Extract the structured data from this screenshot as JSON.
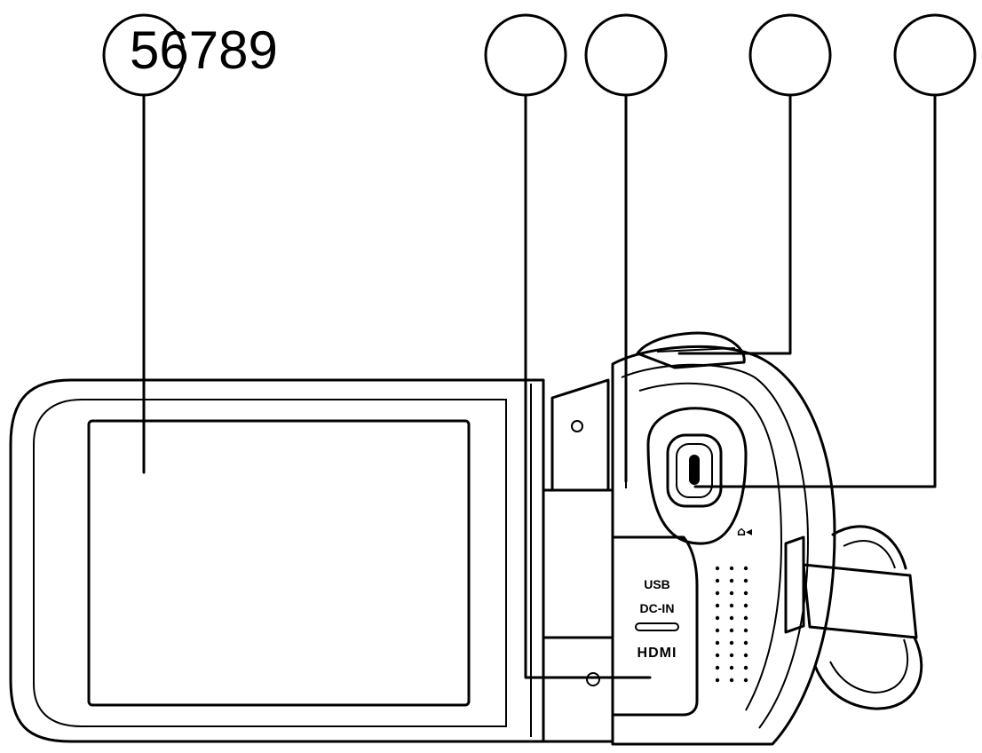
{
  "callout_label": "56789",
  "port_labels": {
    "usb": "USB",
    "dc_in": "DC-IN",
    "hdmi": "HDMI"
  },
  "colors": {
    "ink": "#000000",
    "paper": "#ffffff"
  }
}
